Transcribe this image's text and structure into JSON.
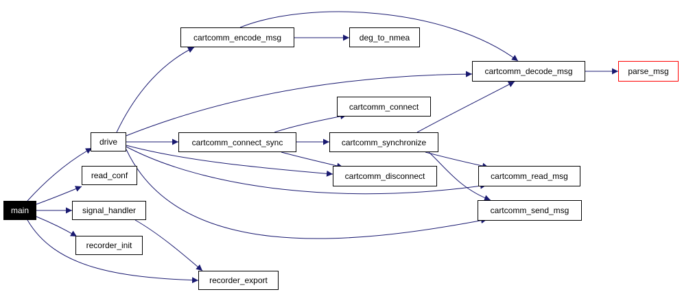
{
  "graph": {
    "edge_color": "#191970",
    "nodes": {
      "main": {
        "label": "main",
        "style": "root",
        "fill": "#000000",
        "text_color": "#ffffff"
      },
      "drive": {
        "label": "drive"
      },
      "read_conf": {
        "label": "read_conf"
      },
      "signal_handler": {
        "label": "signal_handler"
      },
      "recorder_init": {
        "label": "recorder_init"
      },
      "recorder_export": {
        "label": "recorder_export"
      },
      "cartcomm_encode_msg": {
        "label": "cartcomm_encode_msg"
      },
      "deg_to_nmea": {
        "label": "deg_to_nmea"
      },
      "cartcomm_decode_msg": {
        "label": "cartcomm_decode_msg"
      },
      "parse_msg": {
        "label": "parse_msg",
        "style": "external",
        "border_color": "#ff0000"
      },
      "cartcomm_connect": {
        "label": "cartcomm_connect"
      },
      "cartcomm_connect_sync": {
        "label": "cartcomm_connect_sync"
      },
      "cartcomm_synchronize": {
        "label": "cartcomm_synchronize"
      },
      "cartcomm_disconnect": {
        "label": "cartcomm_disconnect"
      },
      "cartcomm_read_msg": {
        "label": "cartcomm_read_msg"
      },
      "cartcomm_send_msg": {
        "label": "cartcomm_send_msg"
      }
    },
    "edges": [
      [
        "main",
        "drive"
      ],
      [
        "main",
        "read_conf"
      ],
      [
        "main",
        "signal_handler"
      ],
      [
        "main",
        "recorder_init"
      ],
      [
        "main",
        "recorder_export"
      ],
      [
        "signal_handler",
        "recorder_export"
      ],
      [
        "drive",
        "cartcomm_encode_msg"
      ],
      [
        "drive",
        "cartcomm_decode_msg"
      ],
      [
        "drive",
        "cartcomm_connect_sync"
      ],
      [
        "drive",
        "cartcomm_disconnect"
      ],
      [
        "drive",
        "cartcomm_read_msg"
      ],
      [
        "drive",
        "cartcomm_send_msg"
      ],
      [
        "cartcomm_encode_msg",
        "deg_to_nmea"
      ],
      [
        "cartcomm_encode_msg",
        "cartcomm_decode_msg"
      ],
      [
        "cartcomm_decode_msg",
        "parse_msg"
      ],
      [
        "cartcomm_connect_sync",
        "cartcomm_connect"
      ],
      [
        "cartcomm_connect_sync",
        "cartcomm_synchronize"
      ],
      [
        "cartcomm_connect_sync",
        "cartcomm_disconnect"
      ],
      [
        "cartcomm_synchronize",
        "cartcomm_decode_msg"
      ],
      [
        "cartcomm_synchronize",
        "cartcomm_read_msg"
      ],
      [
        "cartcomm_synchronize",
        "cartcomm_send_msg"
      ]
    ]
  }
}
